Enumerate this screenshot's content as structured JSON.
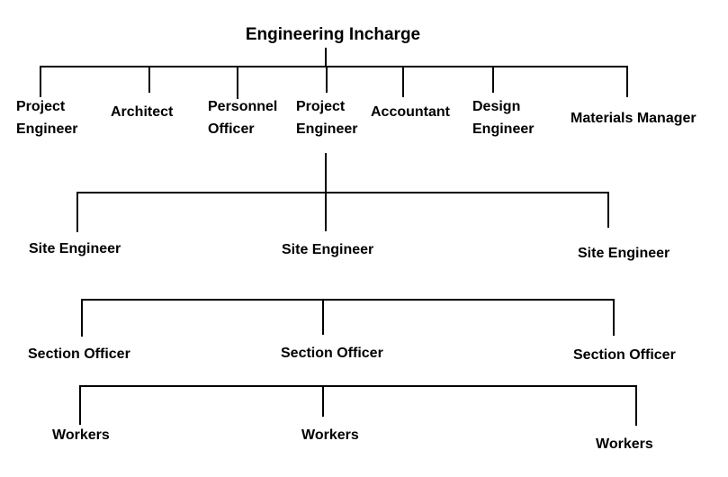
{
  "colors": {
    "background": "#ffffff",
    "line": "#000000",
    "text": "#000000"
  },
  "org": {
    "root": {
      "label": "Engineering Incharge"
    },
    "level1": [
      {
        "line1": "Project",
        "line2": "Engineer"
      },
      {
        "line1": "Architect"
      },
      {
        "line1": "Personnel",
        "line2": "Officer"
      },
      {
        "line1": "Project",
        "line2": "Engineer"
      },
      {
        "line1": "Accountant"
      },
      {
        "line1": "Design",
        "line2": "Engineer"
      },
      {
        "line1": "Materials Manager"
      }
    ],
    "level2": [
      {
        "label": "Site Engineer"
      },
      {
        "label": "Site Engineer"
      },
      {
        "label": "Site Engineer"
      }
    ],
    "level3": [
      {
        "label": "Section Officer"
      },
      {
        "label": "Section Officer"
      },
      {
        "label": "Section Officer"
      }
    ],
    "level4": [
      {
        "label": "Workers"
      },
      {
        "label": "Workers"
      },
      {
        "label": "Workers"
      }
    ]
  }
}
